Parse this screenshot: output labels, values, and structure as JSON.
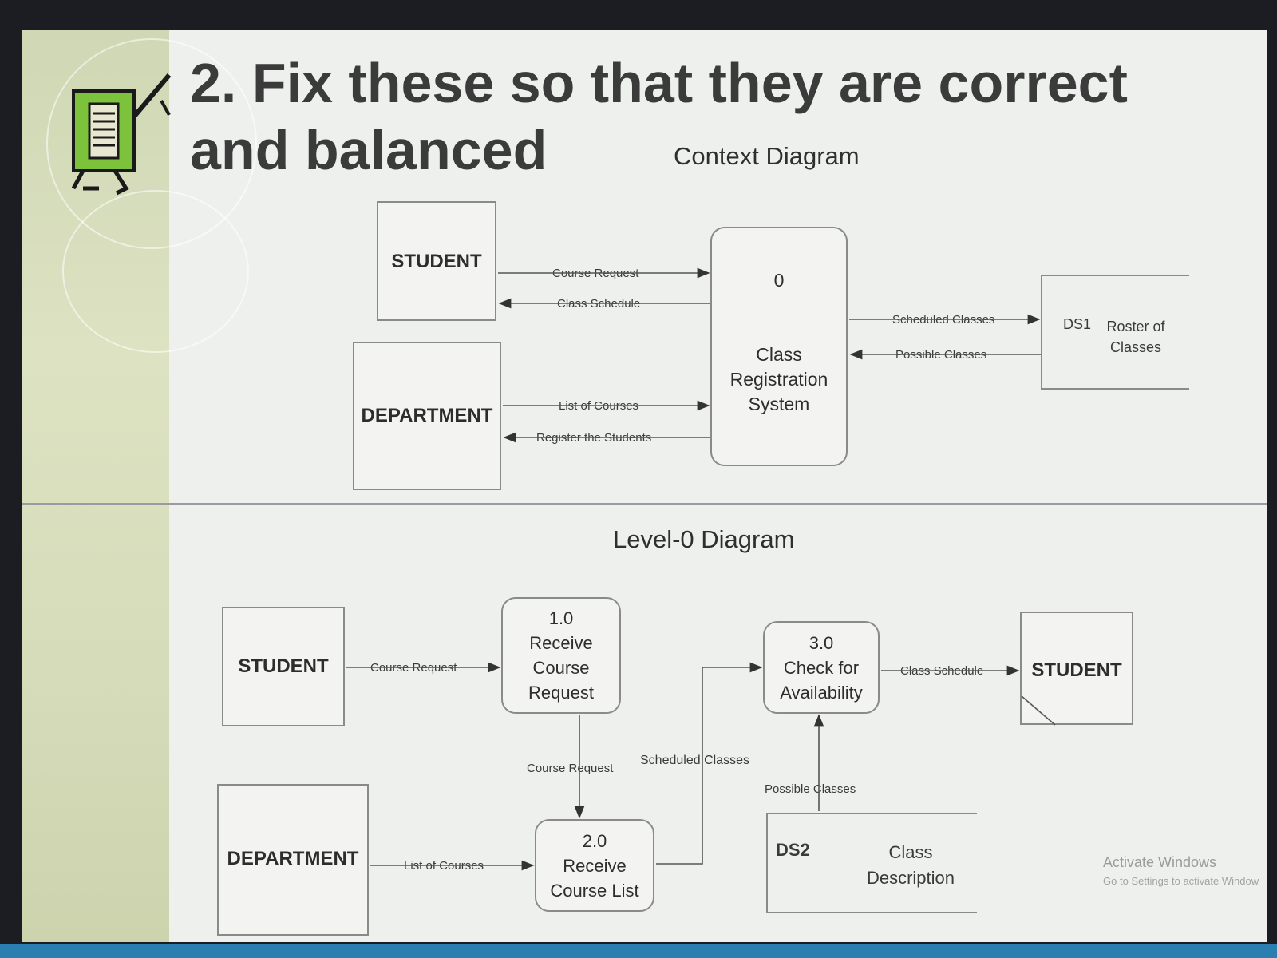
{
  "slide": {
    "title": "2. Fix these so that they are correct and balanced"
  },
  "context": {
    "title": "Context Diagram",
    "student": "STUDENT",
    "department": "DEPARTMENT",
    "process": {
      "number": "0",
      "name": "Class Registration System"
    },
    "store": {
      "id": "DS1",
      "name": "Roster of Classes"
    },
    "flows": {
      "course_request": "Course Request",
      "class_schedule": "Class Schedule",
      "list_of_courses": "List of Courses",
      "register_students": "Register the Students",
      "scheduled_classes": "Scheduled Classes",
      "possible_classes": "Possible Classes"
    }
  },
  "level0": {
    "title": "Level-0 Diagram",
    "student_left": "STUDENT",
    "student_right": "STUDENT",
    "department": "DEPARTMENT",
    "p1": {
      "number": "1.0",
      "name": "Receive Course Request"
    },
    "p2": {
      "number": "2.0",
      "name": "Receive Course List"
    },
    "p3": {
      "number": "3.0",
      "name": "Check for Availability"
    },
    "store": {
      "id": "DS2",
      "name": "Class Description"
    },
    "flows": {
      "course_request_in": "Course Request",
      "course_request_down": "Course Request",
      "list_of_courses": "List of Courses",
      "scheduled_classes": "Scheduled Classes",
      "possible_classes": "Possible Classes",
      "class_schedule": "Class Schedule"
    }
  },
  "watermark": {
    "line1": "Activate Windows",
    "line2": "Go to Settings to activate Window"
  },
  "icon": "scroll-with-pen-icon"
}
